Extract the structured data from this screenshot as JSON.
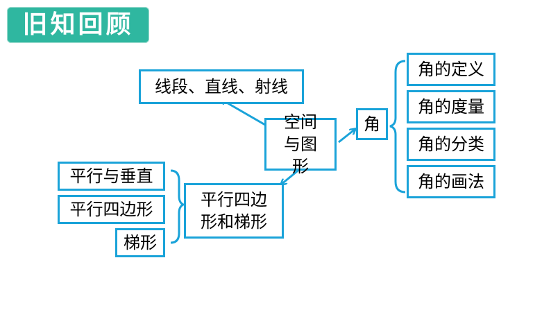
{
  "title": "旧知回顾",
  "colors": {
    "accent": "#1aa3d9",
    "title_bg": "#2fb7a0"
  },
  "nodes": {
    "segment": "线段、直线、射线",
    "space": "空间与图形",
    "angle": "角",
    "angle_items": [
      "角的定义",
      "角的度量",
      "角的分类",
      "角的画法"
    ],
    "parallelogram": "平行四边形和梯形",
    "para_items": [
      "平行与垂直",
      "平行四边形",
      "梯形"
    ]
  }
}
